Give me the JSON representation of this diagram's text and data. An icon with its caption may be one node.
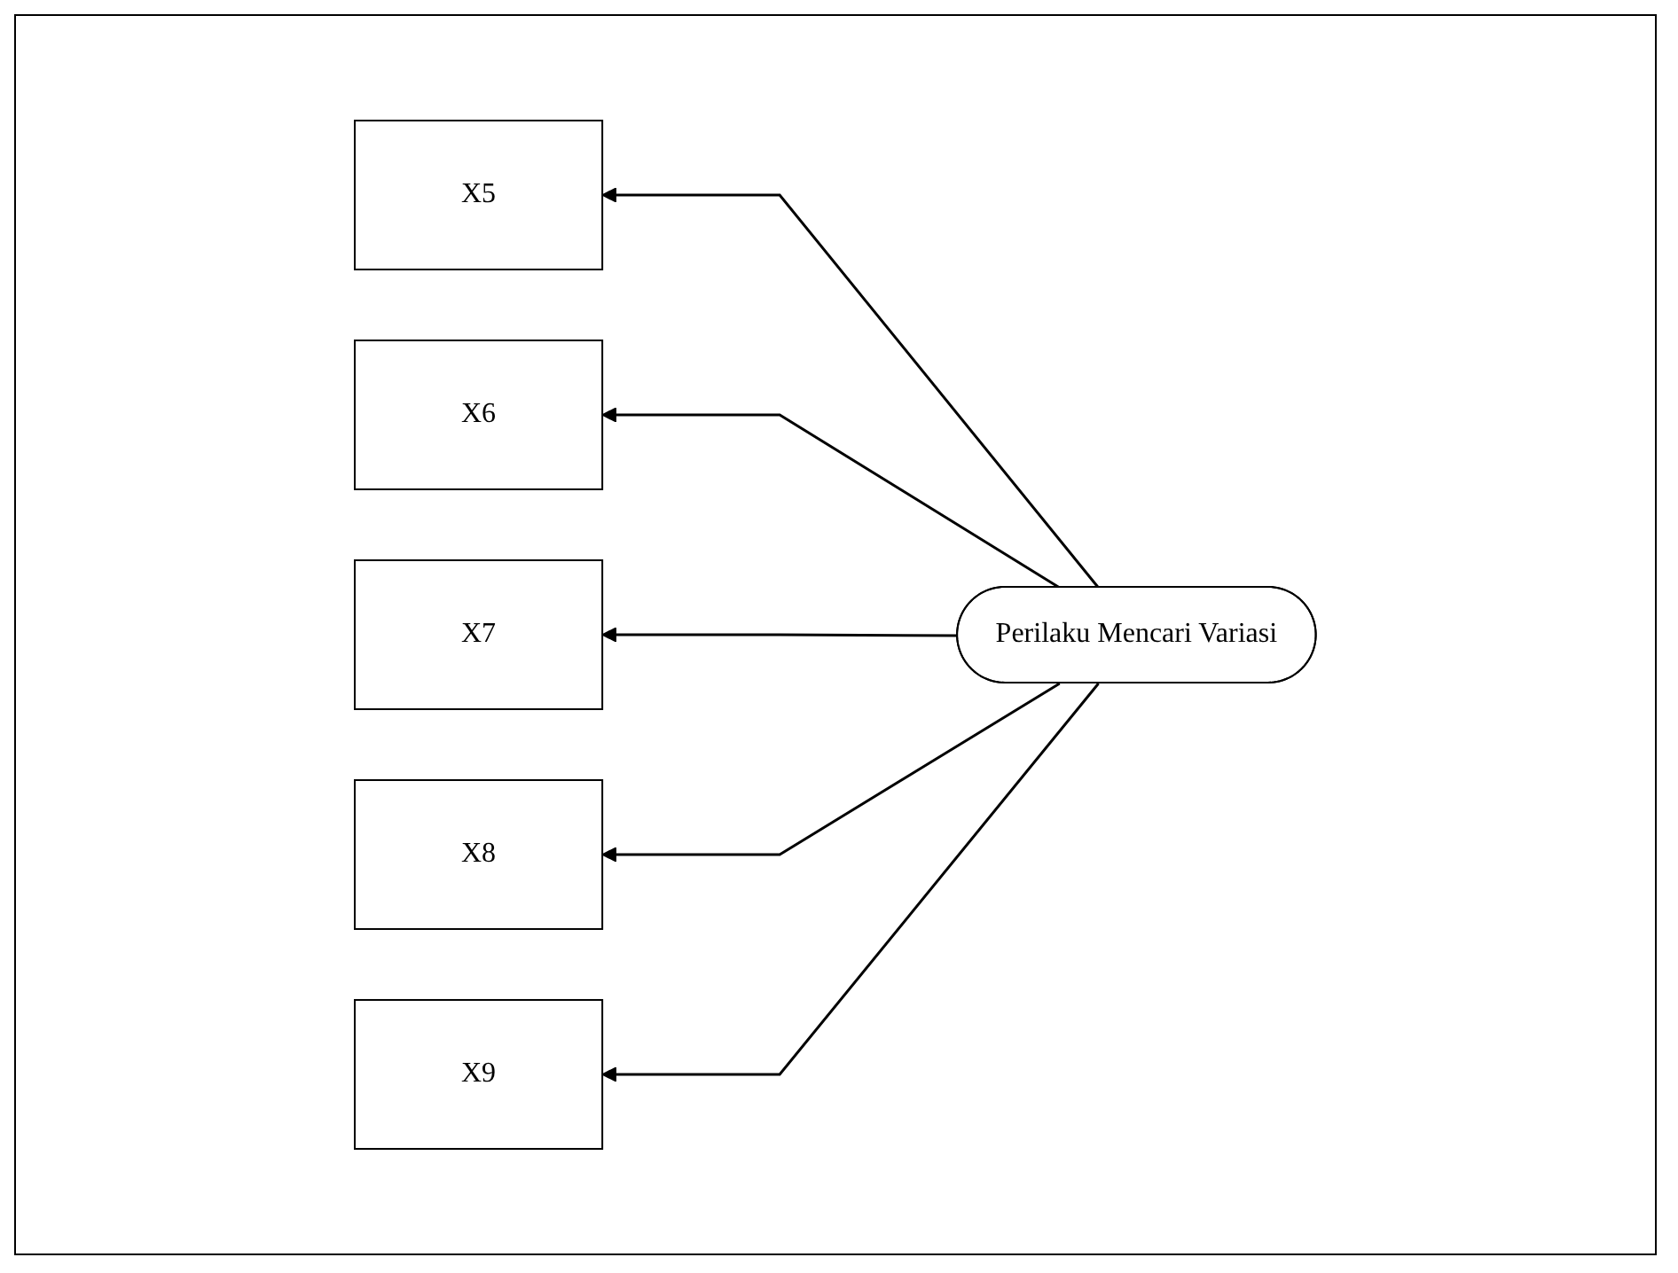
{
  "diagram": {
    "nodes": [
      {
        "text": [
          "X5"
        ]
      },
      {
        "text": [
          "X6"
        ]
      },
      {
        "text": [
          "X7"
        ]
      },
      {
        "text": [
          "X8"
        ]
      },
      {
        "text": [
          "X9"
        ]
      },
      {
        "text": [
          "Perilaku Mencari Variasi"
        ]
      }
    ],
    "edges": [
      {
        "from": 5,
        "to": 0,
        "arrow": "to"
      },
      {
        "from": 5,
        "to": 1,
        "arrow": "to"
      },
      {
        "from": 5,
        "to": 2,
        "arrow": "to"
      },
      {
        "from": 5,
        "to": 3,
        "arrow": "to"
      },
      {
        "from": 5,
        "to": 4,
        "arrow": "to"
      }
    ]
  }
}
